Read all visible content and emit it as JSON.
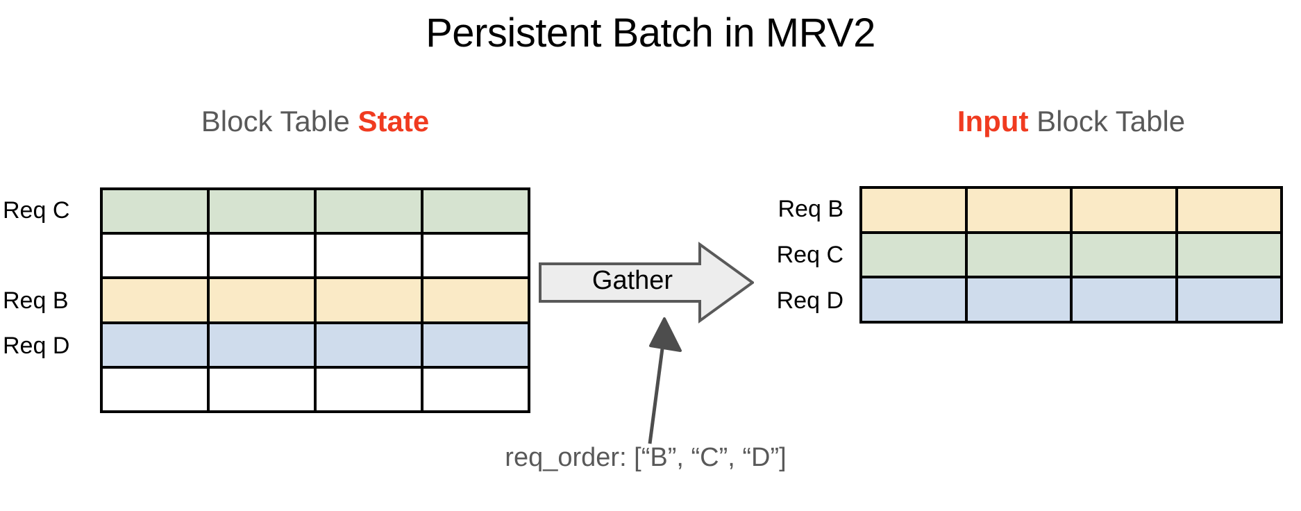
{
  "title": "Persistent Batch in MRV2",
  "colors": {
    "accent": "#f03b20",
    "heading_gray": "#595959",
    "green": "#d6e3d0",
    "yellow": "#faeac6",
    "blue": "#cfdcec",
    "white": "#ffffff",
    "border": "#000000",
    "arrow_fill": "#ededed",
    "arrow_stroke": "#595959",
    "callout_stroke": "#4d4d4d"
  },
  "left_panel": {
    "heading_prefix": "Block Table ",
    "heading_accent": "State",
    "columns": 4,
    "rows": [
      {
        "label": "Req C",
        "fill": "green",
        "show_label": true
      },
      {
        "label": "",
        "fill": "white",
        "show_label": false
      },
      {
        "label": "Req B",
        "fill": "yellow",
        "show_label": true
      },
      {
        "label": "Req D",
        "fill": "blue",
        "show_label": true
      },
      {
        "label": "",
        "fill": "white",
        "show_label": false
      }
    ]
  },
  "right_panel": {
    "heading_accent": "Input",
    "heading_suffix": " Block Table",
    "columns": 4,
    "rows": [
      {
        "label": "Req B",
        "fill": "yellow",
        "show_label": true
      },
      {
        "label": "Req C",
        "fill": "green",
        "show_label": true
      },
      {
        "label": "Req D",
        "fill": "blue",
        "show_label": true
      }
    ]
  },
  "gather": {
    "label": "Gather",
    "icon": "block-arrow-right-icon"
  },
  "callout": {
    "text": "req_order: [“B”, “C”, “D”]",
    "icon": "callout-arrow-up-icon"
  }
}
